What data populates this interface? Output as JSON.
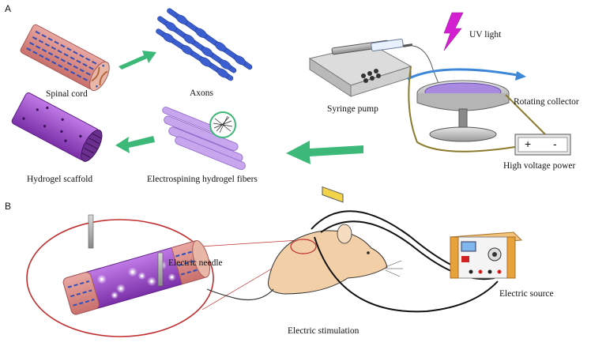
{
  "panels": {
    "a": "A",
    "b": "B"
  },
  "labels": {
    "spinal_cord": "Spinal cord",
    "axons": "Axons",
    "hydrogel_scaffold": "Hydrogel scaffold",
    "electrospinning_fibers": "Electrospining hydrogel fibers",
    "syringe_pump": "Syringe pump",
    "uv_light": "UV light",
    "rotating_collector": "Rotating collector",
    "high_voltage_power": "High voltage power",
    "electric_needle": "Electric needle",
    "electric_stimulation": "Electric stimulation",
    "electric_source": "Electric source"
  },
  "power_supply": {
    "plus": "+",
    "minus": "-"
  },
  "colors": {
    "green_arrow": "#3cb878",
    "axon_blue": "#3b5fd0",
    "spinal_pink": "#d98a86",
    "hydrogel_purple": "#9b4fc4",
    "fiber_lilac": "#c7a6ee",
    "uv_magenta": "#d41fd1",
    "rotation_blue": "#3f88d8",
    "wire_olive": "#8a7a2a",
    "mouse_tan": "#f2cfa6",
    "highlight_red": "#c03030",
    "source_orange": "#e8a23a"
  },
  "icons": [
    "green-arrow-icon",
    "uv-lightning-icon",
    "rotation-arrow-icon",
    "electrode-needle-icon"
  ]
}
